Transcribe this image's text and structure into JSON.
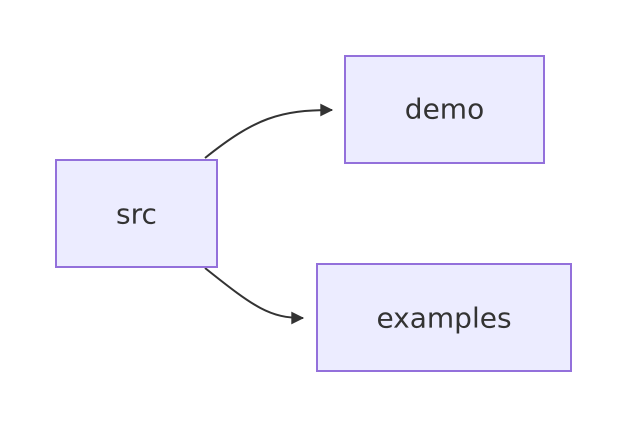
{
  "diagram": {
    "nodes": [
      {
        "id": "src",
        "label": "src"
      },
      {
        "id": "demo",
        "label": "demo"
      },
      {
        "id": "examples",
        "label": "examples"
      }
    ],
    "edges": [
      {
        "from": "src",
        "to": "demo"
      },
      {
        "from": "src",
        "to": "examples"
      }
    ],
    "colors": {
      "node_fill": "#ECECFF",
      "node_stroke": "#9370DB",
      "edge": "#333333",
      "text": "#333333"
    }
  }
}
